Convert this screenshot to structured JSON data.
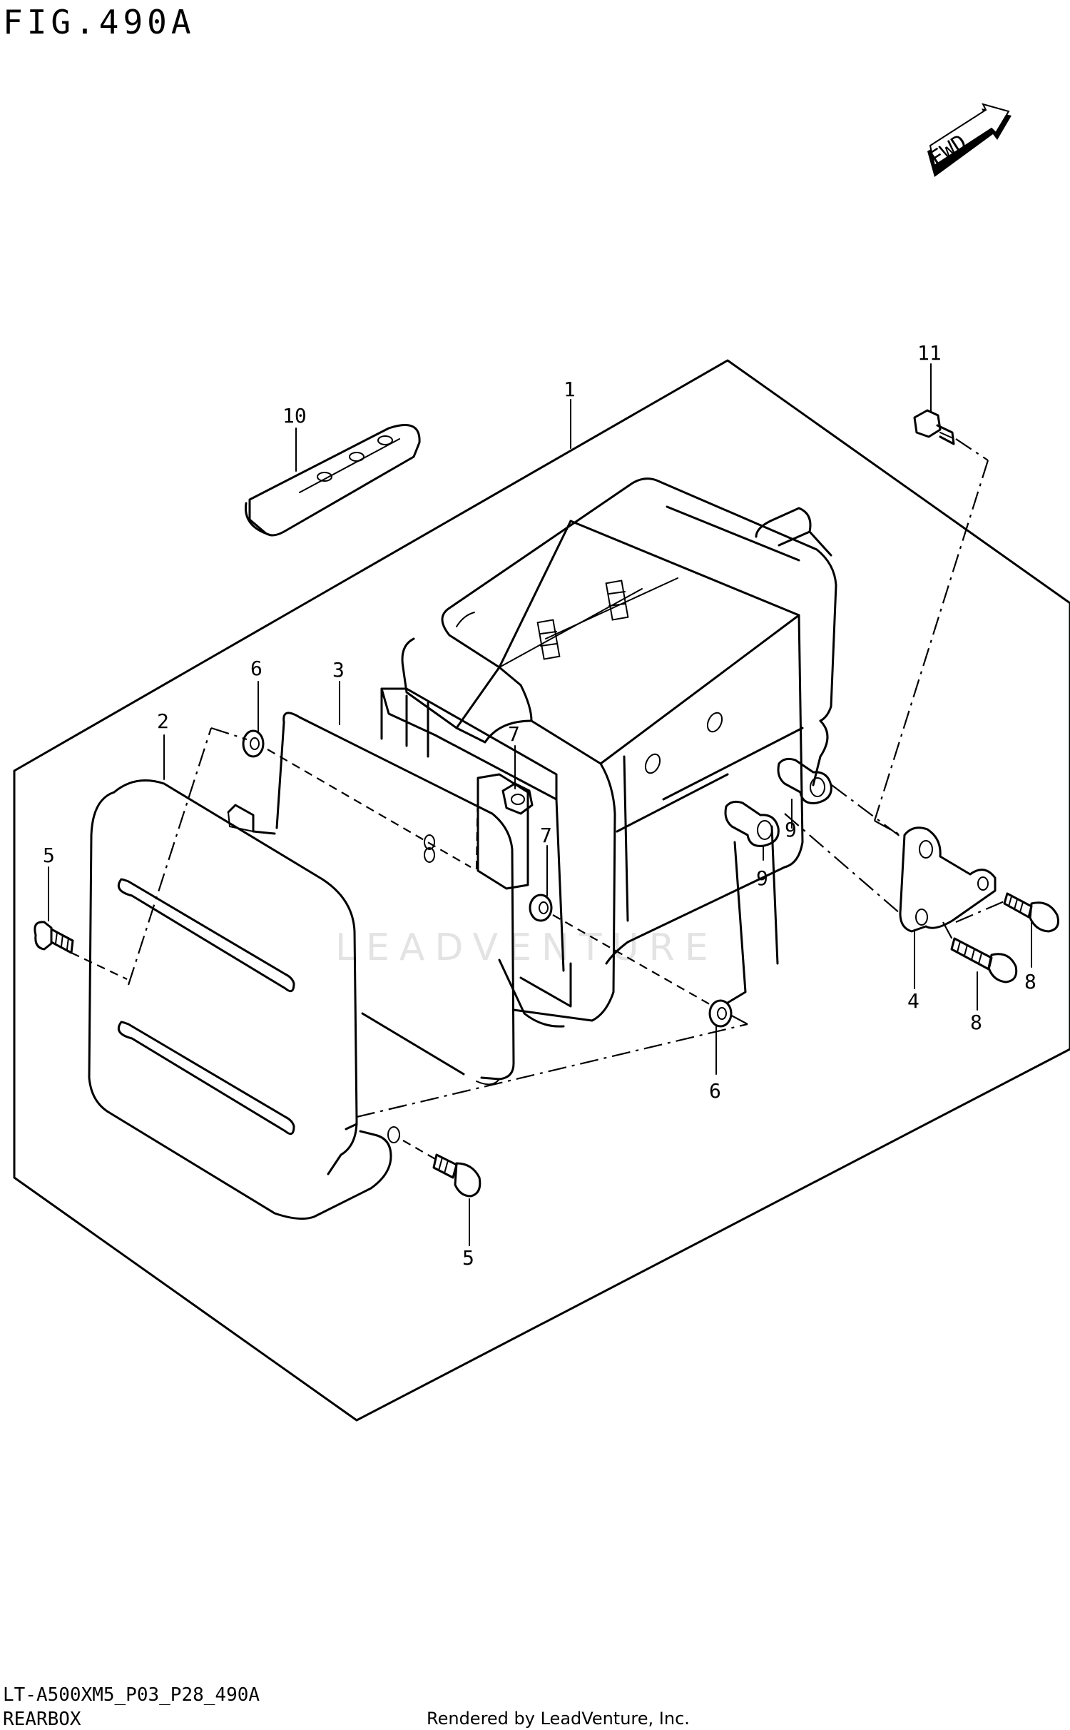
{
  "figure": {
    "title": "FIG.490A",
    "code": "LT-A500XM5_P03_P28_490A",
    "name": "REARBOX",
    "credit": "Rendered by LeadVenture, Inc."
  },
  "badge": {
    "label": "FWD"
  },
  "watermark": "LEADVENTURE",
  "callouts": {
    "c1": "1",
    "c2": "2",
    "c3": "3",
    "c4": "4",
    "c5a": "5",
    "c5b": "5",
    "c6a": "6",
    "c6b": "6",
    "c7a": "7",
    "c7b": "7",
    "c8a": "8",
    "c8b": "8",
    "c9a": "9",
    "c9b": "9",
    "c10": "10",
    "c11": "11"
  }
}
